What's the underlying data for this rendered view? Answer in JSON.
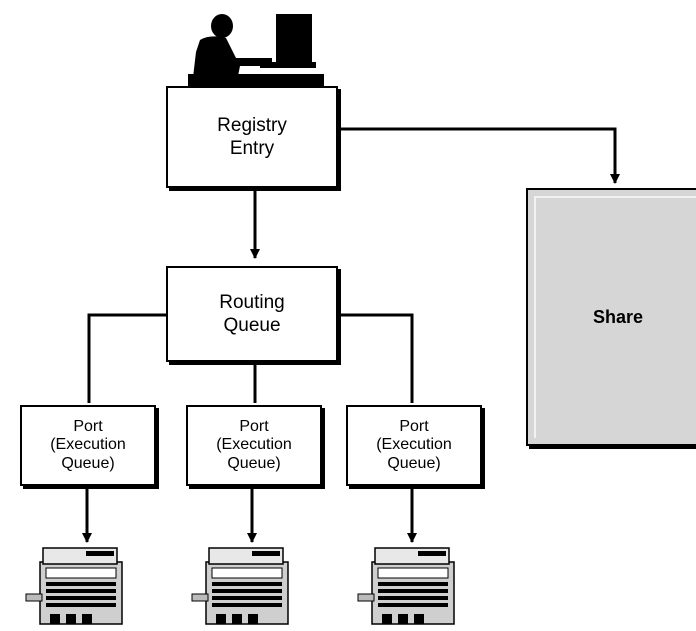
{
  "nodes": {
    "registry": "Registry\nEntry",
    "routing": "Routing\nQueue",
    "share": "Share",
    "ports": [
      "Port\n(Execution\nQueue)",
      "Port\n(Execution\nQueue)",
      "Port\n(Execution\nQueue)"
    ]
  },
  "icons": {
    "user": "person-at-computer-icon",
    "printer": "printer-icon"
  }
}
